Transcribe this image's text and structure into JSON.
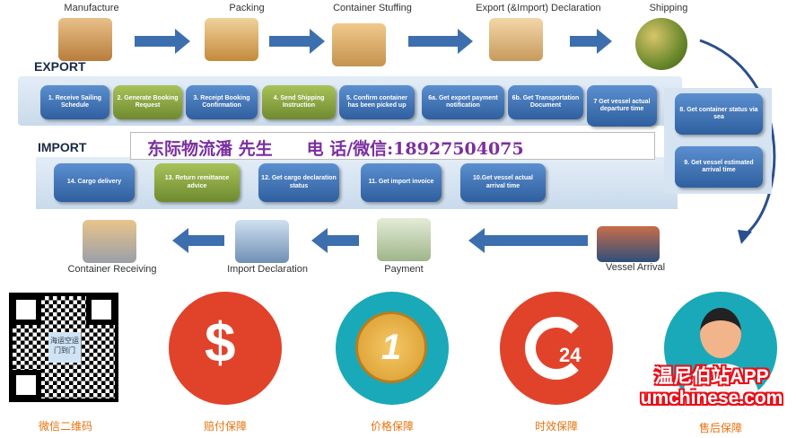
{
  "export_flow": {
    "label": "EXPORT",
    "stages": [
      "Manufacture",
      "Packing",
      "Container Stuffing",
      "Export (&Import) Declaration",
      "Shipping"
    ]
  },
  "import_flow": {
    "label": "IMPORT",
    "stages": [
      "Vessel Arrival",
      "Payment",
      "Import Declaration",
      "Container Receiving"
    ]
  },
  "export_steps": [
    {
      "text": "1. Receive Sailing Schedule",
      "color": "blue"
    },
    {
      "text": "2. Generate Booking Request",
      "color": "green"
    },
    {
      "text": "3. Receipt Booking Confirmation",
      "color": "blue"
    },
    {
      "text": "4. Send Shipping Instruction",
      "color": "green"
    },
    {
      "text": "5. Confirm container has been picked up",
      "color": "blue"
    },
    {
      "text": "6a. Get export payment notification",
      "color": "blue"
    },
    {
      "text": "6b. Get Transportation Document",
      "color": "blue"
    },
    {
      "text": "7 Get vessel actual departure time",
      "color": "blue"
    }
  ],
  "transit_steps": [
    "8. Get container status via sea",
    "9. Get vessel estimated arrival time"
  ],
  "import_steps": [
    {
      "text": "14. Cargo delivery",
      "color": "blue"
    },
    {
      "text": "13. Return remittance advice",
      "color": "green"
    },
    {
      "text": "12. Get cargo declaration status",
      "color": "blue"
    },
    {
      "text": "11. Get import invoice",
      "color": "blue"
    },
    {
      "text": "10.Get vessel actual arrival time",
      "color": "blue"
    }
  ],
  "contact": "东际物流潘 先生　　电 话/微信:18927504075",
  "qr": {
    "center_text": "海运空运门到门",
    "label": "微信二维码"
  },
  "guarantees": [
    "赔付保障",
    "价格保障",
    "时效保障",
    "售后保障"
  ],
  "watermark": {
    "line1": "温尼伯站APP",
    "line2": "umchinese.com"
  },
  "colors": {
    "red": "#e0432a",
    "teal": "#1aa9b8",
    "label": "#e8720c",
    "purple": "#7a2fa0"
  }
}
